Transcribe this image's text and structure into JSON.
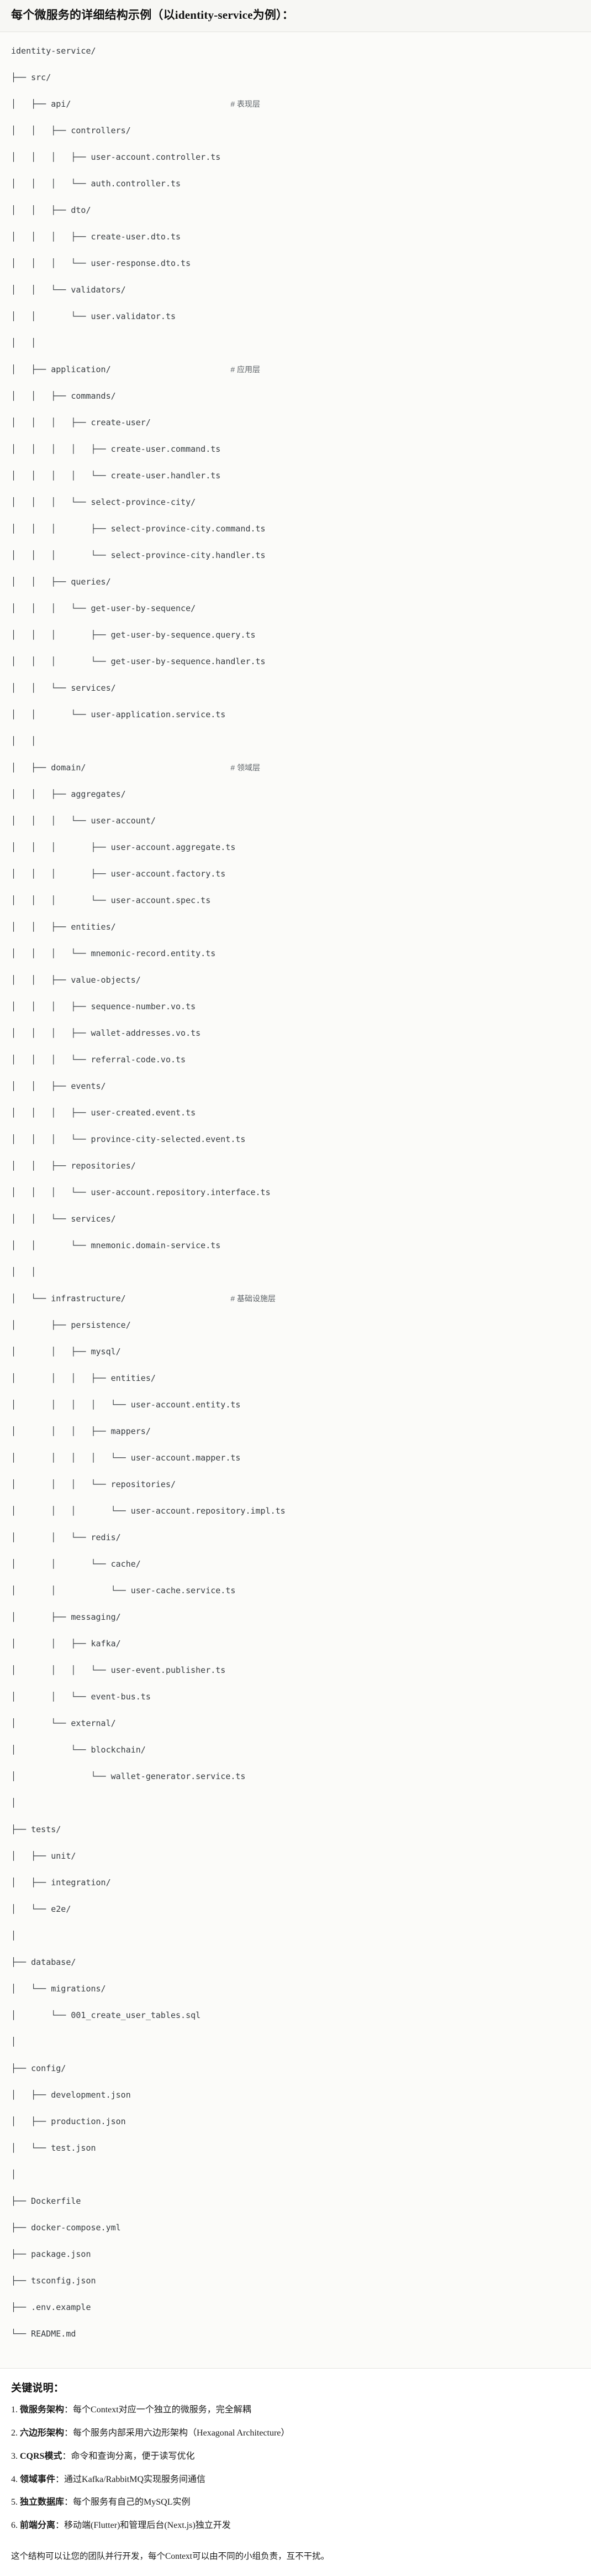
{
  "header": {
    "title": "每个微服务的详细结构示例（以identity-service为例）："
  },
  "tree": {
    "root": "identity-service/",
    "lines": [
      {
        "text": "identity-service/",
        "comment": ""
      },
      {
        "text": "├── src/",
        "comment": ""
      },
      {
        "text": "│   ├── api/",
        "comment": "# 表现层"
      },
      {
        "text": "│   │   ├── controllers/",
        "comment": ""
      },
      {
        "text": "│   │   │   ├── user-account.controller.ts",
        "comment": ""
      },
      {
        "text": "│   │   │   └── auth.controller.ts",
        "comment": ""
      },
      {
        "text": "│   │   ├── dto/",
        "comment": ""
      },
      {
        "text": "│   │   │   ├── create-user.dto.ts",
        "comment": ""
      },
      {
        "text": "│   │   │   └── user-response.dto.ts",
        "comment": ""
      },
      {
        "text": "│   │   └── validators/",
        "comment": ""
      },
      {
        "text": "│   │       └── user.validator.ts",
        "comment": ""
      },
      {
        "text": "│   │",
        "comment": ""
      },
      {
        "text": "│   ├── application/",
        "comment": "# 应用层"
      },
      {
        "text": "│   │   ├── commands/",
        "comment": ""
      },
      {
        "text": "│   │   │   ├── create-user/",
        "comment": ""
      },
      {
        "text": "│   │   │   │   ├── create-user.command.ts",
        "comment": ""
      },
      {
        "text": "│   │   │   │   └── create-user.handler.ts",
        "comment": ""
      },
      {
        "text": "│   │   │   └── select-province-city/",
        "comment": ""
      },
      {
        "text": "│   │   │       ├── select-province-city.command.ts",
        "comment": ""
      },
      {
        "text": "│   │   │       └── select-province-city.handler.ts",
        "comment": ""
      },
      {
        "text": "│   │   ├── queries/",
        "comment": ""
      },
      {
        "text": "│   │   │   └── get-user-by-sequence/",
        "comment": ""
      },
      {
        "text": "│   │   │       ├── get-user-by-sequence.query.ts",
        "comment": ""
      },
      {
        "text": "│   │   │       └── get-user-by-sequence.handler.ts",
        "comment": ""
      },
      {
        "text": "│   │   └── services/",
        "comment": ""
      },
      {
        "text": "│   │       └── user-application.service.ts",
        "comment": ""
      },
      {
        "text": "│   │",
        "comment": ""
      },
      {
        "text": "│   ├── domain/",
        "comment": "# 领域层"
      },
      {
        "text": "│   │   ├── aggregates/",
        "comment": ""
      },
      {
        "text": "│   │   │   └── user-account/",
        "comment": ""
      },
      {
        "text": "│   │   │       ├── user-account.aggregate.ts",
        "comment": ""
      },
      {
        "text": "│   │   │       ├── user-account.factory.ts",
        "comment": ""
      },
      {
        "text": "│   │   │       └── user-account.spec.ts",
        "comment": ""
      },
      {
        "text": "│   │   ├── entities/",
        "comment": ""
      },
      {
        "text": "│   │   │   └── mnemonic-record.entity.ts",
        "comment": ""
      },
      {
        "text": "│   │   ├── value-objects/",
        "comment": ""
      },
      {
        "text": "│   │   │   ├── sequence-number.vo.ts",
        "comment": ""
      },
      {
        "text": "│   │   │   ├── wallet-addresses.vo.ts",
        "comment": ""
      },
      {
        "text": "│   │   │   └── referral-code.vo.ts",
        "comment": ""
      },
      {
        "text": "│   │   ├── events/",
        "comment": ""
      },
      {
        "text": "│   │   │   ├── user-created.event.ts",
        "comment": ""
      },
      {
        "text": "│   │   │   └── province-city-selected.event.ts",
        "comment": ""
      },
      {
        "text": "│   │   ├── repositories/",
        "comment": ""
      },
      {
        "text": "│   │   │   └── user-account.repository.interface.ts",
        "comment": ""
      },
      {
        "text": "│   │   └── services/",
        "comment": ""
      },
      {
        "text": "│   │       └── mnemonic.domain-service.ts",
        "comment": ""
      },
      {
        "text": "│   │",
        "comment": ""
      },
      {
        "text": "│   └── infrastructure/",
        "comment": "# 基础设施层"
      },
      {
        "text": "│       ├── persistence/",
        "comment": ""
      },
      {
        "text": "│       │   ├── mysql/",
        "comment": ""
      },
      {
        "text": "│       │   │   ├── entities/",
        "comment": ""
      },
      {
        "text": "│       │   │   │   └── user-account.entity.ts",
        "comment": ""
      },
      {
        "text": "│       │   │   ├── mappers/",
        "comment": ""
      },
      {
        "text": "│       │   │   │   └── user-account.mapper.ts",
        "comment": ""
      },
      {
        "text": "│       │   │   └── repositories/",
        "comment": ""
      },
      {
        "text": "│       │   │       └── user-account.repository.impl.ts",
        "comment": ""
      },
      {
        "text": "│       │   └── redis/",
        "comment": ""
      },
      {
        "text": "│       │       └── cache/",
        "comment": ""
      },
      {
        "text": "│       │           └── user-cache.service.ts",
        "comment": ""
      },
      {
        "text": "│       ├── messaging/",
        "comment": ""
      },
      {
        "text": "│       │   ├── kafka/",
        "comment": ""
      },
      {
        "text": "│       │   │   └── user-event.publisher.ts",
        "comment": ""
      },
      {
        "text": "│       │   └── event-bus.ts",
        "comment": ""
      },
      {
        "text": "│       └── external/",
        "comment": ""
      },
      {
        "text": "│           └── blockchain/",
        "comment": ""
      },
      {
        "text": "│               └── wallet-generator.service.ts",
        "comment": ""
      },
      {
        "text": "│",
        "comment": ""
      },
      {
        "text": "├── tests/",
        "comment": ""
      },
      {
        "text": "│   ├── unit/",
        "comment": ""
      },
      {
        "text": "│   ├── integration/",
        "comment": ""
      },
      {
        "text": "│   └── e2e/",
        "comment": ""
      },
      {
        "text": "│",
        "comment": ""
      },
      {
        "text": "├── database/",
        "comment": ""
      },
      {
        "text": "│   └── migrations/",
        "comment": ""
      },
      {
        "text": "│       └── 001_create_user_tables.sql",
        "comment": ""
      },
      {
        "text": "│",
        "comment": ""
      },
      {
        "text": "├── config/",
        "comment": ""
      },
      {
        "text": "│   ├── development.json",
        "comment": ""
      },
      {
        "text": "│   ├── production.json",
        "comment": ""
      },
      {
        "text": "│   └── test.json",
        "comment": ""
      },
      {
        "text": "│",
        "comment": ""
      },
      {
        "text": "├── Dockerfile",
        "comment": ""
      },
      {
        "text": "├── docker-compose.yml",
        "comment": ""
      },
      {
        "text": "├── package.json",
        "comment": ""
      },
      {
        "text": "├── tsconfig.json",
        "comment": ""
      },
      {
        "text": "├── .env.example",
        "comment": ""
      },
      {
        "text": "└── README.md",
        "comment": ""
      }
    ]
  },
  "notes": {
    "title": "关键说明：",
    "items": [
      {
        "term": "微服务架构",
        "sep": "：",
        "desc": "每个Context对应一个独立的微服务，完全解耦"
      },
      {
        "term": "六边形架构",
        "sep": "：",
        "desc": "每个服务内部采用六边形架构（Hexagonal Architecture）"
      },
      {
        "term": "CQRS模式",
        "sep": "：",
        "desc": "命令和查询分离，便于读写优化"
      },
      {
        "term": "领域事件",
        "sep": "：",
        "desc": "通过Kafka/RabbitMQ实现服务间通信"
      },
      {
        "term": "独立数据库",
        "sep": "：",
        "desc": "每个服务有自己的MySQL实例"
      },
      {
        "term": "前端分离",
        "sep": "：",
        "desc": "移动端(Flutter)和管理后台(Next.js)独立开发"
      }
    ]
  },
  "closing": {
    "text": "这个结构可以让您的团队并行开发，每个Context可以由不同的小组负责，互不干扰。"
  },
  "colors": {
    "header_bg": "#f7f7f4",
    "tree_bg": "#fbfbf9",
    "tree_text": "#363b40",
    "comment_text": "#5d6368",
    "body_text": "#1a1a1a",
    "divider": "#e3e3de"
  }
}
